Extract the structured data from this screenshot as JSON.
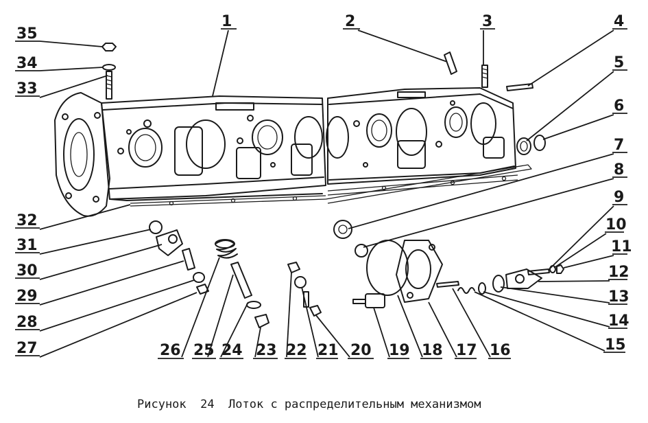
{
  "figure": {
    "caption": "Рисунок  24  Лоток с распределительным механизмом",
    "labels": [
      "1",
      "2",
      "3",
      "4",
      "5",
      "6",
      "7",
      "8",
      "9",
      "10",
      "11",
      "12",
      "13",
      "14",
      "15",
      "16",
      "17",
      "18",
      "19",
      "20",
      "21",
      "22",
      "23",
      "24",
      "25",
      "26",
      "27",
      "28",
      "29",
      "30",
      "31",
      "32",
      "33",
      "34",
      "35"
    ]
  }
}
